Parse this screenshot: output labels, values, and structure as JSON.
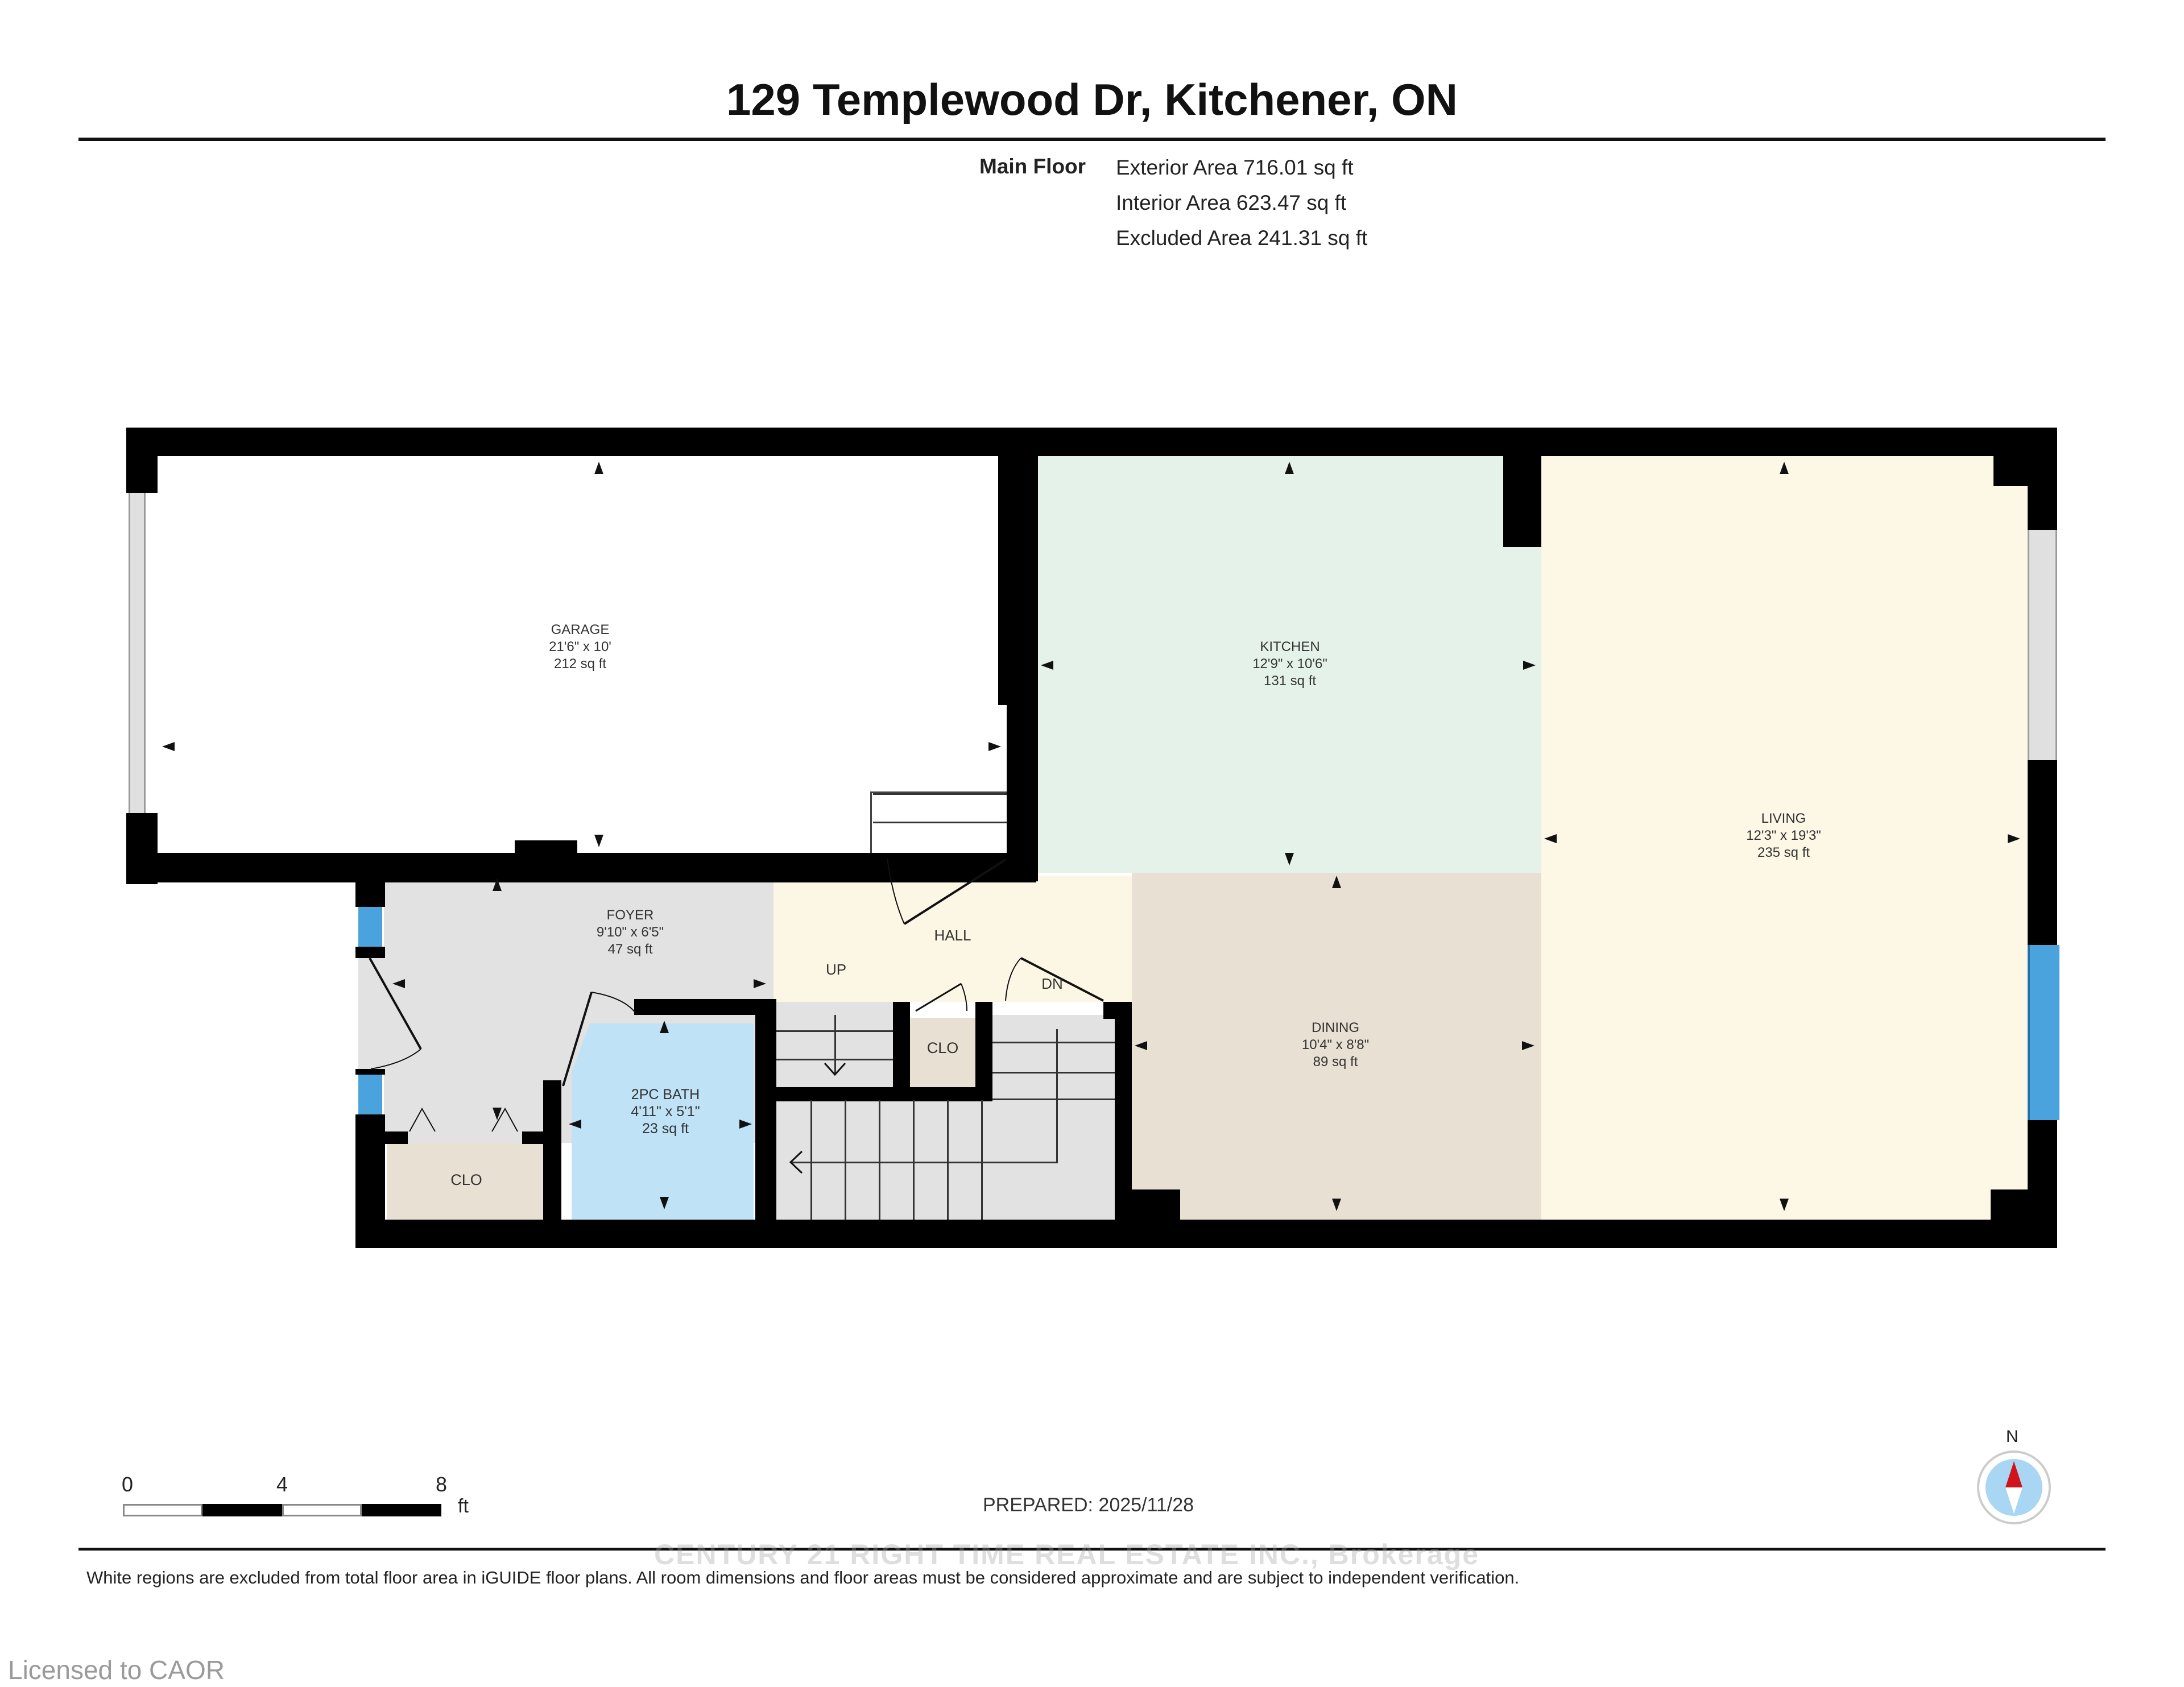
{
  "header": {
    "title": "129 Templewood Dr, Kitchener, ON"
  },
  "summary": {
    "floor_label": "Main Floor",
    "exterior_area": "Exterior Area 716.01 sq ft",
    "interior_area": "Interior Area 623.47 sq ft",
    "excluded_area": "Excluded Area 241.31 sq ft"
  },
  "rooms": {
    "garage": {
      "name": "GARAGE",
      "dims": "21'6\" x 10'",
      "area": "212 sq ft",
      "color": "#ffffff"
    },
    "kitchen": {
      "name": "KITCHEN",
      "dims": "12'9\" x 10'6\"",
      "area": "131 sq ft",
      "color": "#e5f2ea"
    },
    "living": {
      "name": "LIVING",
      "dims": "12'3\" x 19'3\"",
      "area": "235 sq ft",
      "color": "#fdf7e6"
    },
    "foyer": {
      "name": "FOYER",
      "dims": "9'10\" x 6'5\"",
      "area": "47 sq ft",
      "color": "#e2e2e2"
    },
    "hall": {
      "name": "HALL",
      "color": "#fcf6e4"
    },
    "dining": {
      "name": "DINING",
      "dims": "10'4\" x 8'8\"",
      "area": "89 sq ft",
      "color": "#e8e0d2"
    },
    "bath": {
      "name": "2PC BATH",
      "dims": "4'11\" x 5'1\"",
      "area": "23 sq ft",
      "color": "#bfe2f7"
    },
    "closet_foyer": {
      "name": "CLO",
      "color": "#e8e0d2"
    },
    "closet_hall": {
      "name": "CLO",
      "color": "#e8e0d2"
    },
    "stairs_color": "#e2e2e2"
  },
  "stair_labels": {
    "up": "UP",
    "down": "DN"
  },
  "scale_bar": {
    "ticks": [
      "0",
      "4",
      "8"
    ],
    "unit": "ft"
  },
  "footer": {
    "prepared": "PREPARED: 2025/11/28",
    "compass_label": "N",
    "watermark": "CENTURY 21 RIGHT TIME REAL ESTATE INC., Brokerage",
    "disclaimer": "White regions are excluded from total floor area in iGUIDE floor plans. All room dimensions and floor areas must be considered approximate and are subject to independent verification.",
    "licensed": "Licensed to CAOR"
  },
  "colors": {
    "wall": "#000000",
    "window_blue": "#4aa3dc",
    "compass_red": "#d0141c",
    "compass_ring": "#a9d6f3"
  }
}
